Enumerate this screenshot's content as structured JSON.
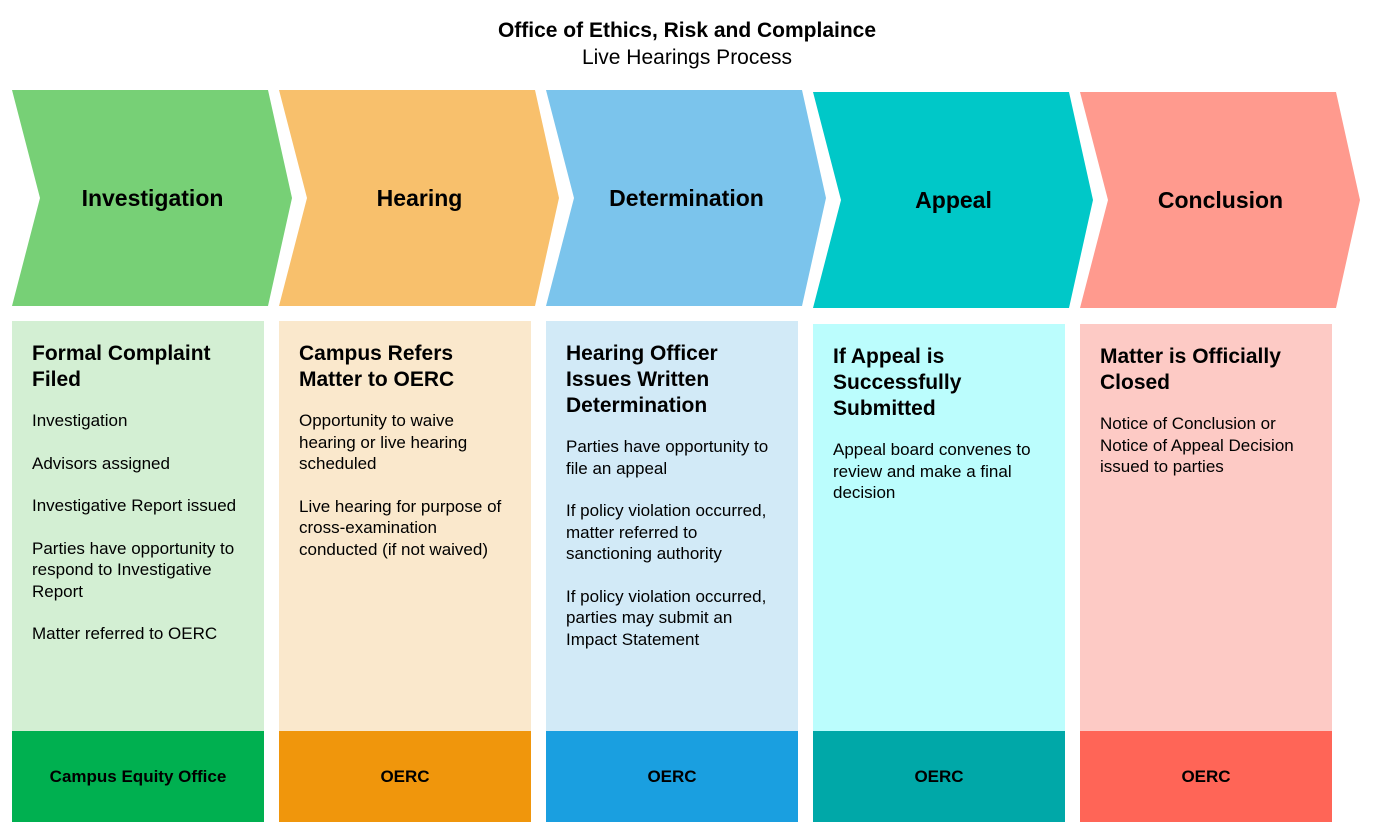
{
  "title": "Office of Ethics, Risk and Complaince",
  "subtitle": "Live Hearings Process",
  "stages": [
    {
      "label": "Investigation",
      "arrow_color": "#77d076",
      "body_color": "#d3efd3",
      "footer_color": "#00b050",
      "heading": "Formal Complaint Filed",
      "items": [
        "Investigation",
        "Advisors assigned",
        "Investigative Report issued",
        "Parties have opportunity to respond to Investigative Report",
        "Matter referred to OERC"
      ],
      "footer": "Campus Equity Office"
    },
    {
      "label": "Hearing",
      "arrow_color": "#f8c06c",
      "body_color": "#fae8cc",
      "footer_color": "#f0960c",
      "heading": "Campus Refers Matter to OERC",
      "items": [
        "Opportunity to waive hearing or live hearing scheduled",
        "Live hearing for purpose of cross-examination conducted (if not waived)"
      ],
      "footer": "OERC"
    },
    {
      "label": "Determination",
      "arrow_color": "#7bc4ec",
      "body_color": "#d2eaf7",
      "footer_color": "#1a9fe0",
      "heading": "Hearing Officer Issues Written Determination",
      "items": [
        "Parties have opportunity to file an appeal",
        "If policy violation occurred, matter referred to sanctioning authority",
        "If policy violation occurred, parties may submit an Impact Statement"
      ],
      "footer": "OERC"
    },
    {
      "label": "Appeal",
      "arrow_color": "#00c8c8",
      "body_color": "#bbfdfd",
      "footer_color": "#00a8a8",
      "heading": "If Appeal is Successfully Submitted",
      "items": [
        "Appeal board convenes to review and make a final decision"
      ],
      "footer": "OERC"
    },
    {
      "label": "Conclusion",
      "arrow_color": "#ff9a8e",
      "body_color": "#fdcac5",
      "footer_color": "#ff6557",
      "heading": "Matter is Officially Closed",
      "items": [
        "Notice of Conclusion or Notice of Appeal Decision issued to parties"
      ],
      "footer": "OERC"
    }
  ]
}
